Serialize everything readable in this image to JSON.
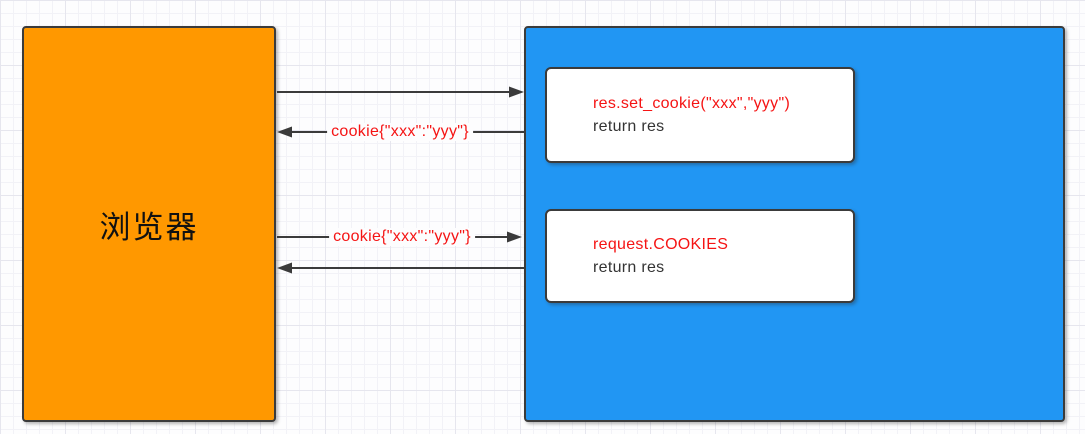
{
  "diagram": {
    "browser": {
      "label": "浏览器"
    },
    "server": {
      "set_cookie_box": {
        "line1": "res.set_cookie(\"xxx\",\"yyy\")",
        "line2": "return res"
      },
      "cookies_box": {
        "line1": "request.COOKIES",
        "line2": "return res"
      }
    },
    "arrows": {
      "request_top_label": "",
      "response_set_cookie_label": "cookie{\"xxx\":\"yyy\"}",
      "request_with_cookie_label": "cookie{\"xxx\":\"yyy\"}",
      "response_bottom_label": ""
    },
    "colors": {
      "browser_fill": "#FF9800",
      "server_fill": "#2196F3",
      "accent_text": "#F51414",
      "plain_text": "#333333",
      "stroke": "#3B3B3B",
      "grid_line": "#E6E6EE",
      "background": "#FDFDFE"
    }
  }
}
